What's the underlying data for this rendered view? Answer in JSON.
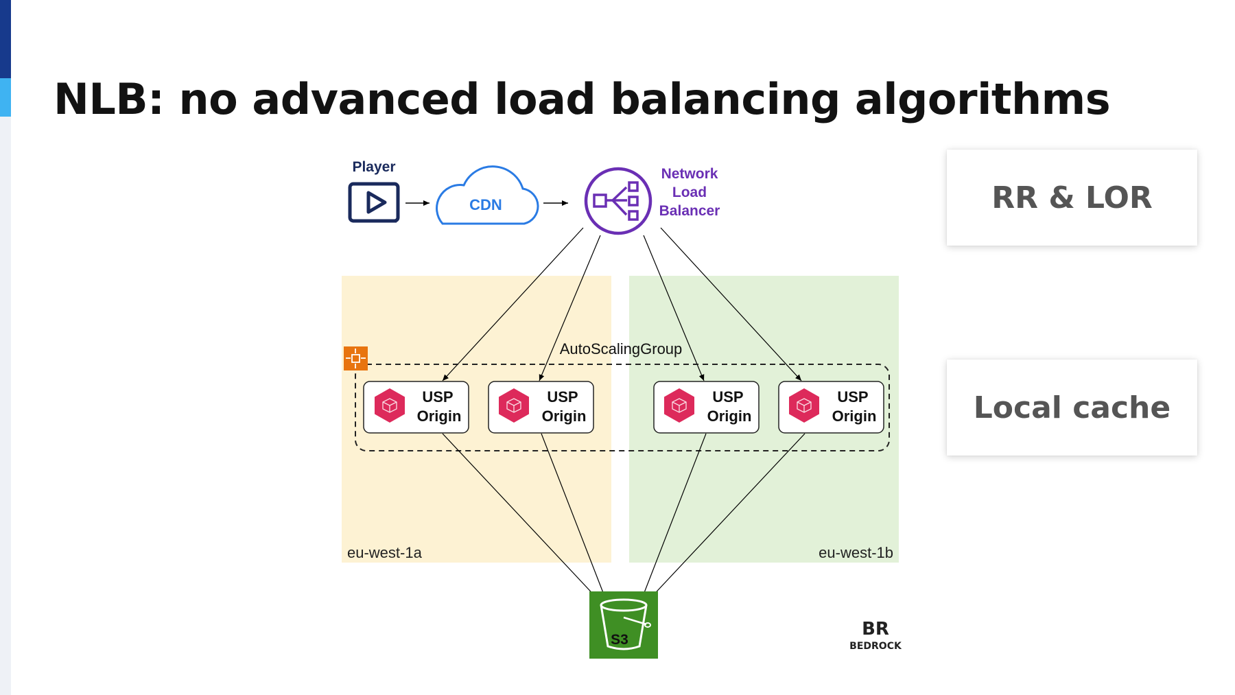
{
  "slide": {
    "title": "NLB: no advanced load balancing algorithms"
  },
  "diagram": {
    "player_label": "Player",
    "cdn_label": "CDN",
    "nlb_label_lines": [
      "Network",
      "Load",
      "Balancer"
    ],
    "asg_label": "AutoScalingGroup",
    "origins": [
      {
        "line1": "USP",
        "line2": "Origin"
      },
      {
        "line1": "USP",
        "line2": "Origin"
      },
      {
        "line1": "USP",
        "line2": "Origin"
      },
      {
        "line1": "USP",
        "line2": "Origin"
      }
    ],
    "zone_a_label": "eu-west-1a",
    "zone_b_label": "eu-west-1b",
    "s3_label": "S3",
    "logo_text": "BEDROCK",
    "colors": {
      "zone_a": "#fdf2d3",
      "zone_b": "#e2f1d8",
      "nlb_purple": "#6a2fb4",
      "player_navy": "#1a2a5c",
      "cdn_blue": "#2a7be4",
      "origin_red": "#dd2a5b",
      "s3_green": "#3f8f24",
      "asg_orange": "#e8740f"
    }
  },
  "cards": {
    "card1": "RR & LOR",
    "card2": "Local cache"
  }
}
